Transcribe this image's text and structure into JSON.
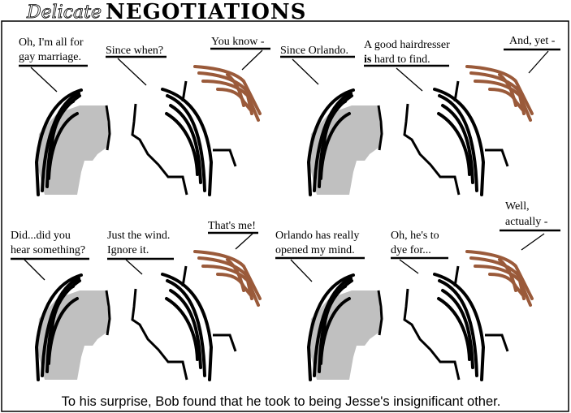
{
  "title": {
    "script": "Delicate",
    "main": "NEGOTIATIONS"
  },
  "panels": [
    {
      "lines": [
        [
          "Oh, I'm all for",
          "gay marriage."
        ],
        [
          "Since when?"
        ],
        [
          "You know -"
        ]
      ]
    },
    {
      "lines": [
        [
          "Since Orlando."
        ],
        [
          "A good hairdresser",
          "is",
          " hard to find."
        ],
        [
          "And, yet -"
        ]
      ]
    },
    {
      "lines": [
        [
          "Did...did you",
          "hear something?"
        ],
        [
          "Just the wind.",
          "Ignore it."
        ],
        [
          "That's me!"
        ]
      ]
    },
    {
      "lines": [
        [
          "Orlando has really",
          "opened my mind."
        ],
        [
          "Oh, he's to",
          "dye for..."
        ],
        [
          "Well,",
          "actually -"
        ]
      ]
    }
  ],
  "caption": "To his surprise, Bob found that he took to being Jesse's insignificant other.",
  "colors": {
    "hand": "#9a5a3a",
    "face": "#c0c0c0"
  }
}
